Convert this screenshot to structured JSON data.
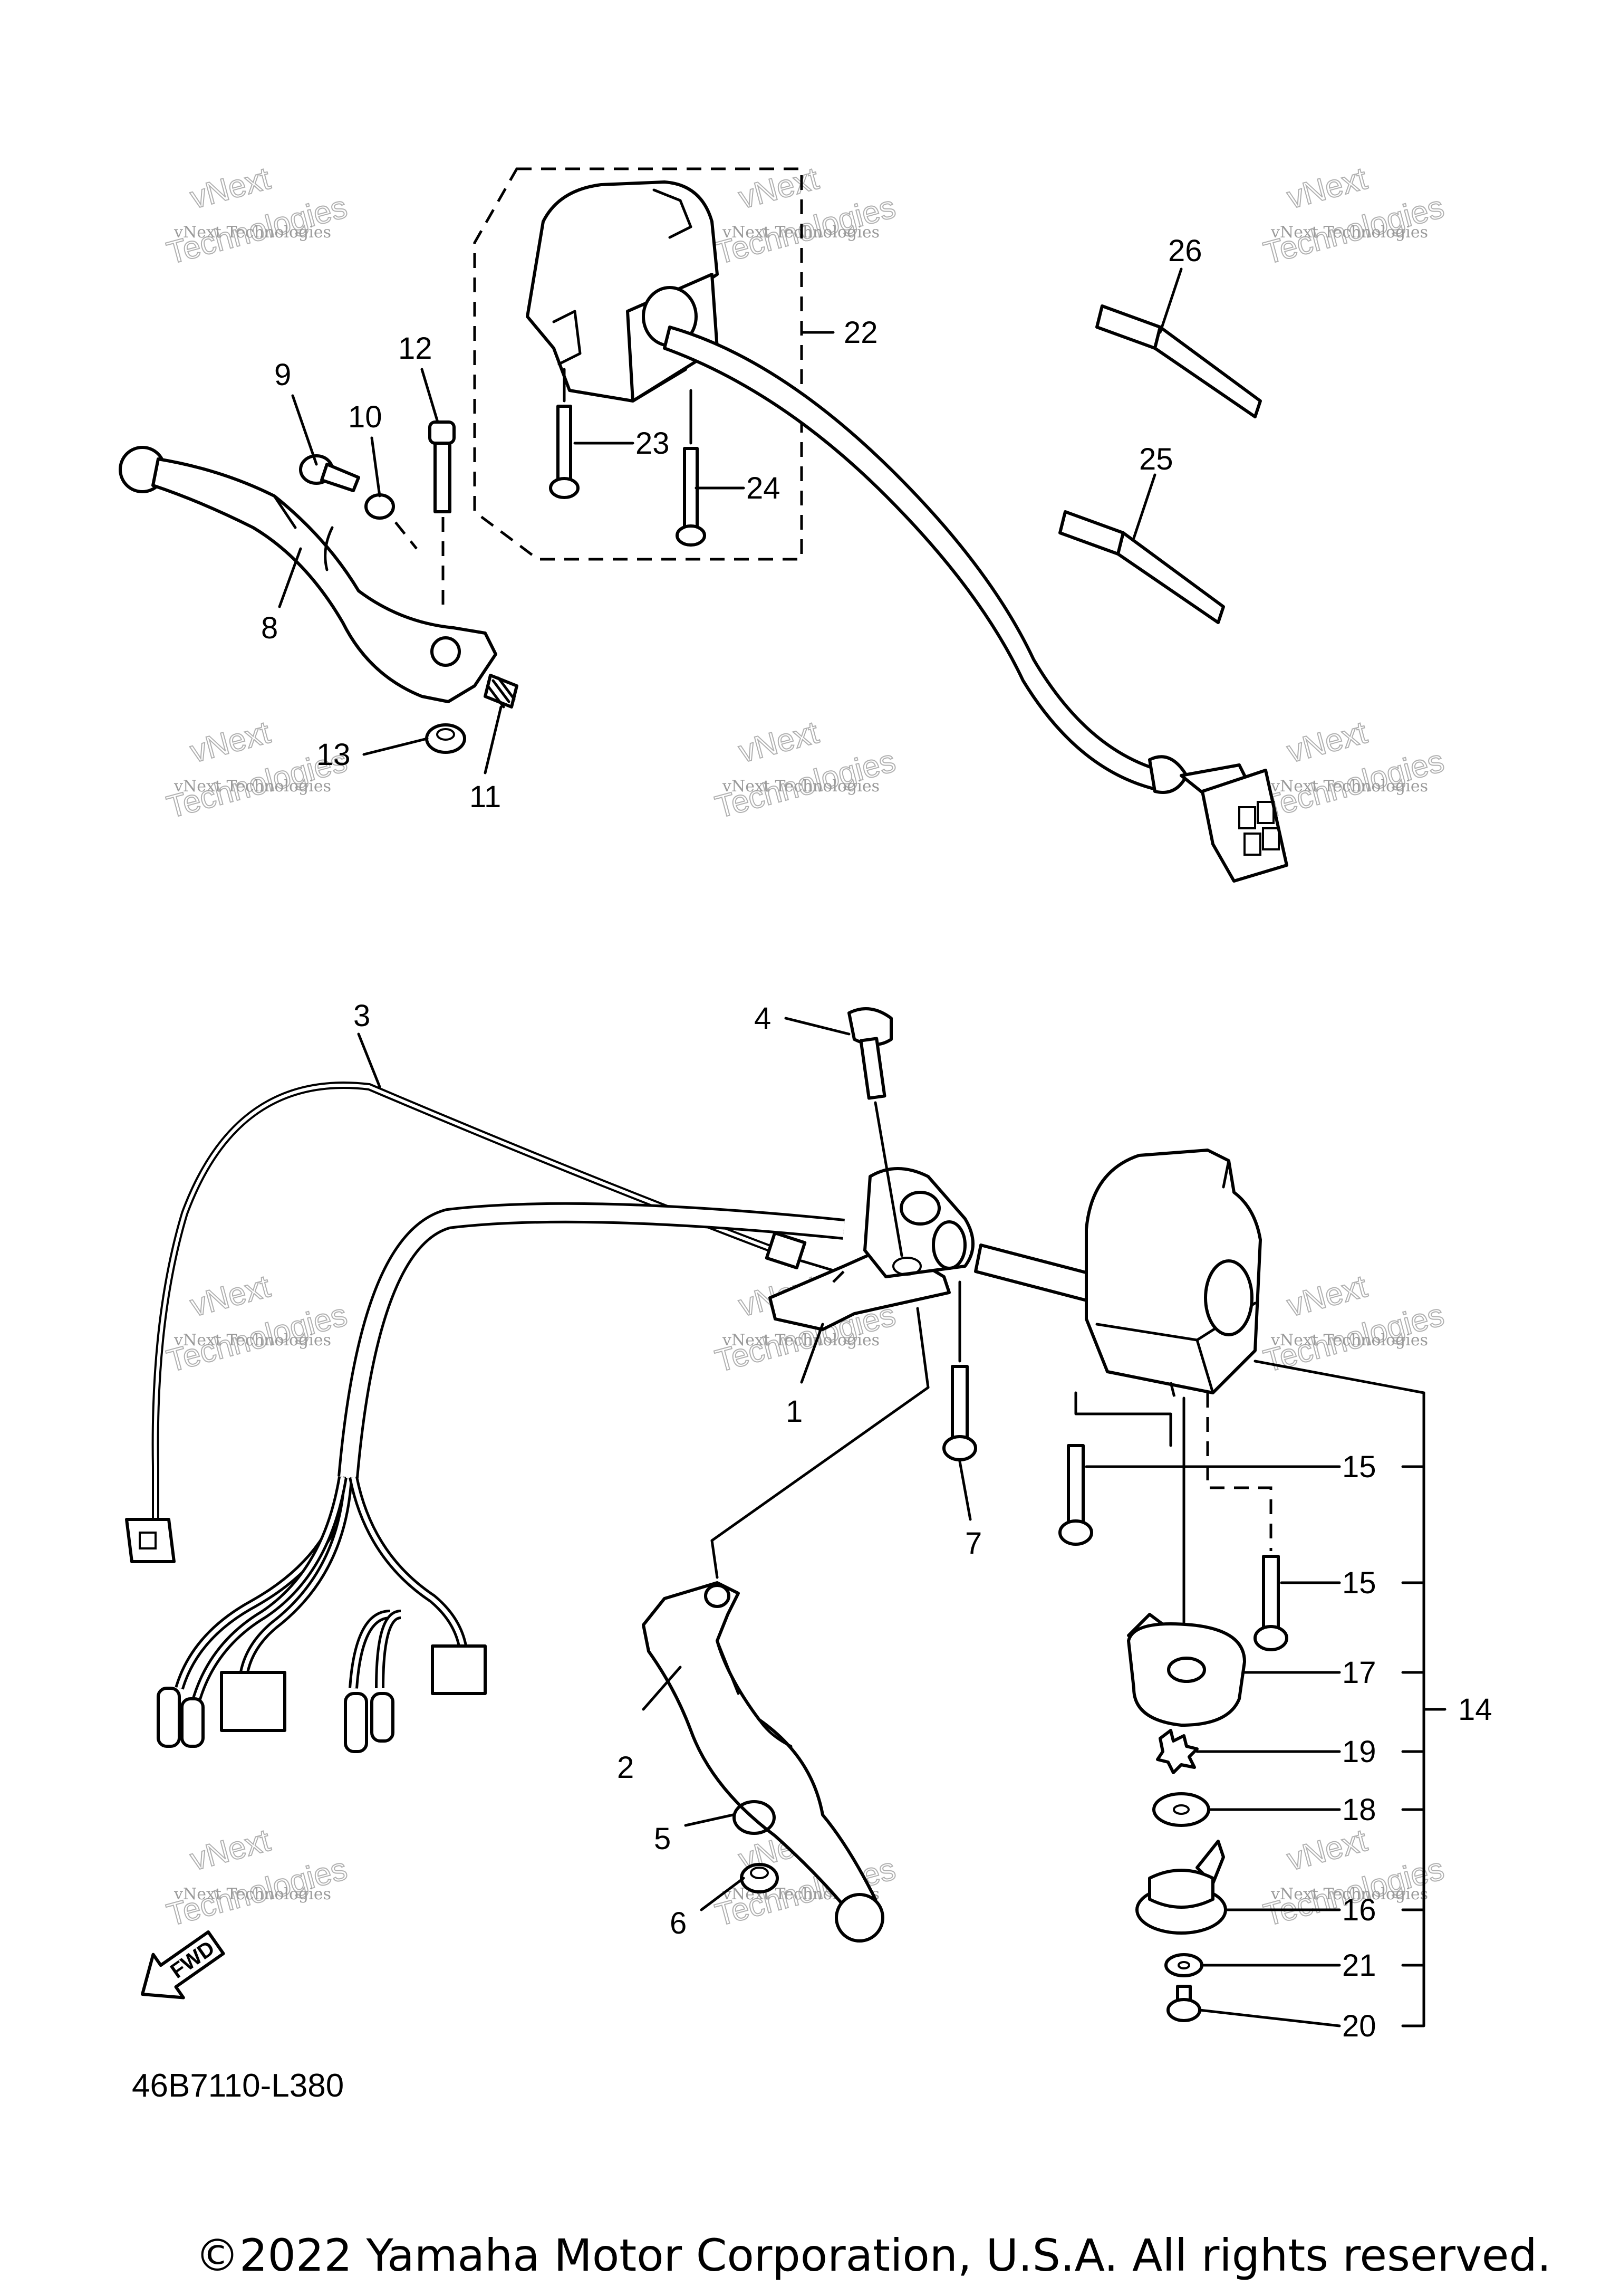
{
  "callouts": [
    "1",
    "2",
    "3",
    "4",
    "5",
    "6",
    "7",
    "8",
    "9",
    "10",
    "11",
    "12",
    "13",
    "14",
    "15",
    "15",
    "16",
    "17",
    "18",
    "19",
    "20",
    "21",
    "22",
    "23",
    "24",
    "25",
    "26"
  ],
  "watermark": {
    "line1": "vNext Technologies",
    "line2": "vNext",
    "line3": "Technologies"
  },
  "fwd_label": "FWD",
  "diagram_code": "46B7110-L380",
  "copyright": "©2022 Yamaha Motor Corporation, U.S.A. All rights reserved."
}
